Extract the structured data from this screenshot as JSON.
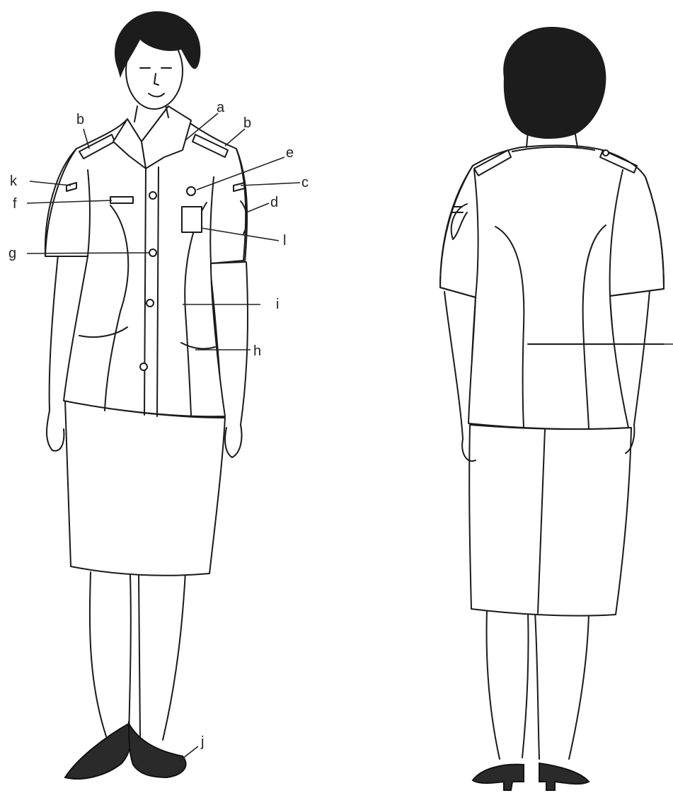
{
  "labels": {
    "a": "a",
    "b_left": "b",
    "b_right": "b",
    "c": "c",
    "d": "d",
    "e": "e",
    "f": "f",
    "g": "g",
    "h": "h",
    "i": "i",
    "j_shoe": "j",
    "k": "k",
    "l_badge": "l"
  },
  "colors": {
    "line": "#1a1a1a",
    "hair": "#1c1c1c",
    "shoe": "#2a2a2a",
    "background": "#ffffff"
  }
}
